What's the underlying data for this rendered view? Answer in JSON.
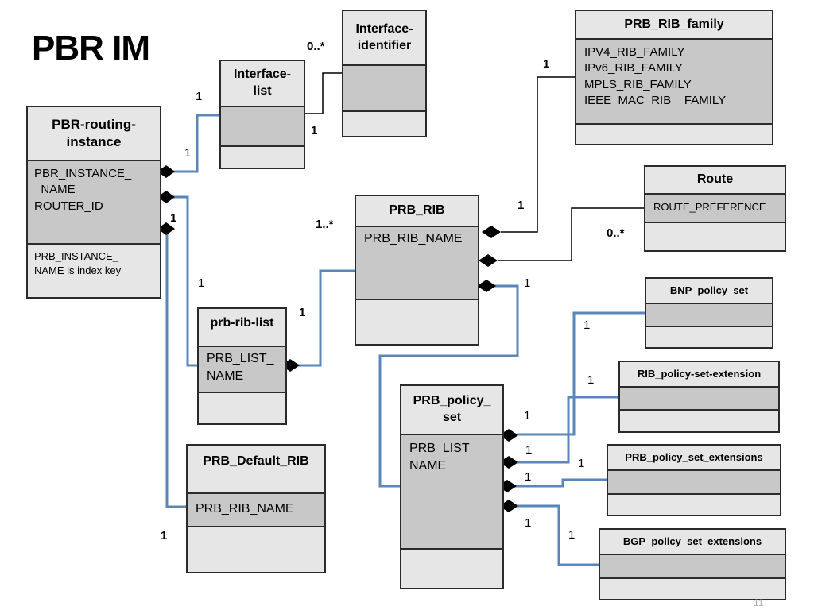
{
  "title": "PBR IM",
  "page_number": "11",
  "colors": {
    "header_fill": "#e6e6e6",
    "attr_fill": "#c8c8c8",
    "border": "#2b2b2b",
    "blue_link": "#5b86b8",
    "black_link": "#000000"
  },
  "classes": {
    "pbr_routing_instance": {
      "name": "PBR-routing-instance",
      "name_l1": "PBR-routing-",
      "name_l2": "instance",
      "attrs": [
        "PBR_INSTANCE_",
        "_NAME",
        "ROUTER_ID"
      ],
      "notes": [
        "PRB_INSTANCE_",
        "NAME is index key"
      ]
    },
    "interface_list": {
      "name_l1": "Interface-",
      "name_l2": "list"
    },
    "interface_identifier": {
      "name_l1": "Interface-",
      "name_l2": "identifier"
    },
    "prb_rib_family": {
      "name": "PRB_RIB_family",
      "attrs": [
        "IPV4_RIB_FAMILY",
        "IPv6_RIB_FAMILY",
        "MPLS_RIB_FAMILY",
        "IEEE_MAC_RIB_  FAMILY"
      ]
    },
    "route": {
      "name": "Route",
      "attrs": [
        "ROUTE_PREFERENCE"
      ]
    },
    "prb_rib": {
      "name": "PRB_RIB",
      "attrs": [
        "PRB_RIB_NAME"
      ]
    },
    "prb_rib_list": {
      "name": "prb-rib-list",
      "attrs": [
        "PRB_LIST_",
        "NAME"
      ]
    },
    "prb_default_rib": {
      "name": "PRB_Default_RIB",
      "attrs": [
        "PRB_RIB_NAME"
      ]
    },
    "prb_policy_set": {
      "name_l1": "PRB_policy_",
      "name_l2": "set",
      "attrs": [
        "PRB_LIST_",
        "NAME"
      ]
    },
    "bnp_policy_set": {
      "name": "BNP_policy_set"
    },
    "rib_policy_set_extension": {
      "name": "RIB_policy-set-extension"
    },
    "prb_policy_set_extensions": {
      "name": "PRB_policy_set_extensions"
    },
    "bgp_policy_set_extensions": {
      "name": "BGP_policy_set_extensions"
    }
  },
  "multiplicities": {
    "m_interface_list_top": "1",
    "m_instance_iflist": "1",
    "m_iflist_ifid_many": "0..*",
    "m_iflist_ifid_one": "1",
    "m_family_top": "1",
    "m_family_rib": "1",
    "m_rib_many": "1..*",
    "m_route_many": "0..*",
    "m_instance_third": "1",
    "m_instance_riblist": "1",
    "m_riblist_rib": "1",
    "m_rib_policy": "1",
    "m_default_rib": "1",
    "m_bnp": "1",
    "m_ribext": "1",
    "m_ps_1": "1",
    "m_ps_2": "1",
    "m_ps_3": "1",
    "m_prbext": "1",
    "m_ps_4": "1",
    "m_bgp": "1"
  }
}
